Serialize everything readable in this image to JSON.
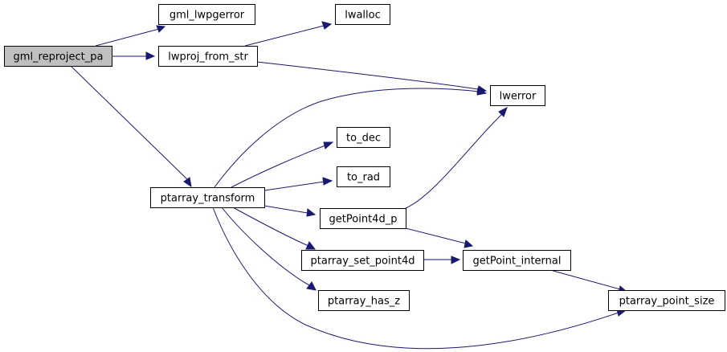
{
  "nodes": {
    "gml_reproject_pa": "gml_reproject_pa",
    "gml_lwpgerror": "gml_lwpgerror",
    "lwalloc": "lwalloc",
    "lwproj_from_str": "lwproj_from_str",
    "lwerror": "lwerror",
    "to_dec": "to_dec",
    "to_rad": "to_rad",
    "ptarray_transform": "ptarray_transform",
    "getPoint4d_p": "getPoint4d_p",
    "ptarray_set_point4d": "ptarray_set_point4d",
    "getPoint_internal": "getPoint_internal",
    "ptarray_has_z": "ptarray_has_z",
    "ptarray_point_size": "ptarray_point_size"
  },
  "edges": [
    [
      "gml_reproject_pa",
      "gml_lwpgerror"
    ],
    [
      "gml_reproject_pa",
      "lwproj_from_str"
    ],
    [
      "gml_reproject_pa",
      "ptarray_transform"
    ],
    [
      "lwproj_from_str",
      "lwalloc"
    ],
    [
      "lwproj_from_str",
      "lwerror"
    ],
    [
      "ptarray_transform",
      "lwerror"
    ],
    [
      "ptarray_transform",
      "to_dec"
    ],
    [
      "ptarray_transform",
      "to_rad"
    ],
    [
      "ptarray_transform",
      "getPoint4d_p"
    ],
    [
      "ptarray_transform",
      "ptarray_set_point4d"
    ],
    [
      "ptarray_transform",
      "ptarray_has_z"
    ],
    [
      "ptarray_transform",
      "ptarray_point_size"
    ],
    [
      "getPoint4d_p",
      "lwerror"
    ],
    [
      "getPoint4d_p",
      "getPoint_internal"
    ],
    [
      "ptarray_set_point4d",
      "getPoint_internal"
    ],
    [
      "getPoint_internal",
      "ptarray_point_size"
    ]
  ],
  "colors": {
    "edge": "#191970",
    "root_fill": "#bfbfbf",
    "node_fill": "#ffffff",
    "node_border": "#000000"
  }
}
